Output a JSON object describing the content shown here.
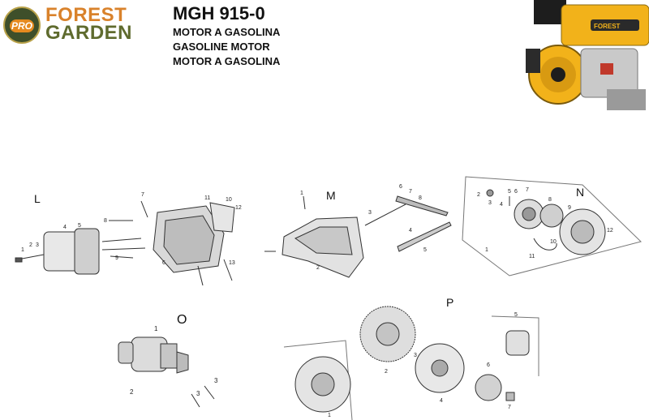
{
  "brand": {
    "line1": "FOREST",
    "line2": "GARDEN",
    "badge": "PRO",
    "color_orange": "#d9822b",
    "color_green": "#5f6b2e"
  },
  "document": {
    "model": "MGH 915-0",
    "subtitles": [
      "MOTOR A GASOLINA",
      "GASOLINE MOTOR",
      "MOTOR A GASOLINA"
    ]
  },
  "sections": {
    "L": {
      "letter": "L",
      "callouts": [
        "1",
        "2",
        "3",
        "4",
        "5",
        "6",
        "7",
        "8",
        "9",
        "10",
        "11",
        "12",
        "13"
      ]
    },
    "M": {
      "letter": "M",
      "callouts": [
        "1",
        "2",
        "3",
        "4",
        "5",
        "6",
        "7",
        "8"
      ]
    },
    "N": {
      "letter": "N",
      "callouts": [
        "1",
        "2",
        "3",
        "4",
        "5",
        "6",
        "7",
        "8",
        "9",
        "10",
        "11",
        "12"
      ]
    },
    "O": {
      "letter": "O",
      "callouts": [
        "1",
        "2",
        "3",
        "3"
      ]
    },
    "P": {
      "letter": "P",
      "callouts": [
        "1",
        "2",
        "3",
        "4",
        "5",
        "6",
        "7"
      ]
    }
  },
  "icons": [
    "logo-badge-icon",
    "engine-photo-icon"
  ]
}
